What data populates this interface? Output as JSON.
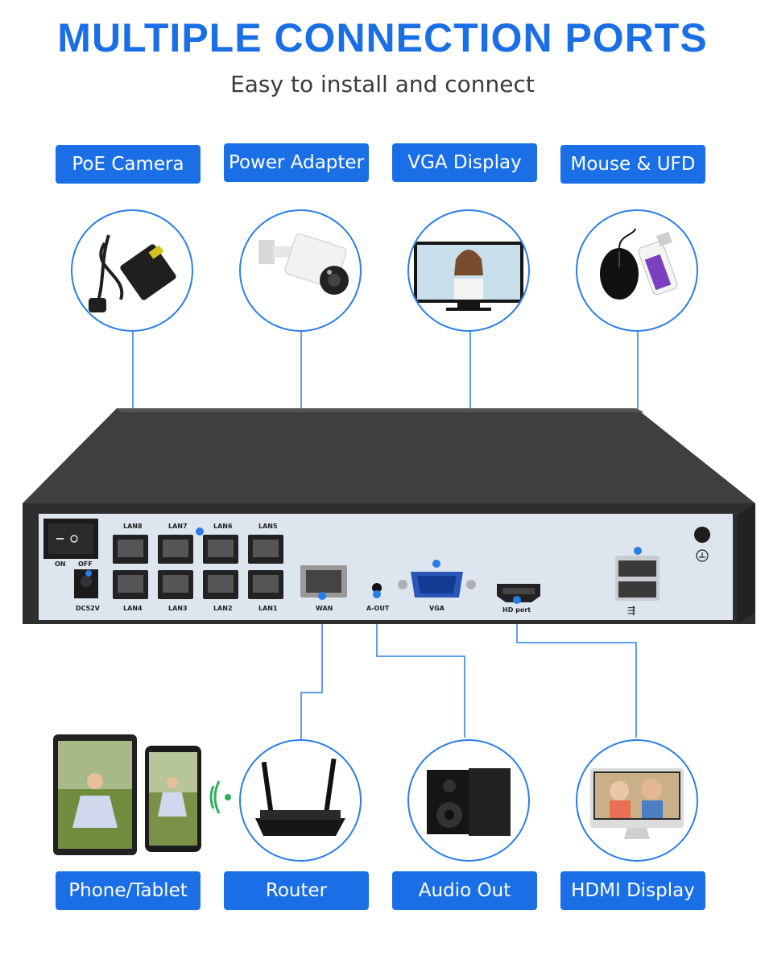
{
  "header": {
    "title": "MULTIPLE CONNECTION PORTS",
    "subtitle": "Easy to install and connect"
  },
  "top_labels": [
    "PoE Camera",
    "Power Adapter",
    "VGA Display",
    "Mouse & UFD"
  ],
  "bottom_labels": [
    "Phone/Tablet",
    "Router",
    "Audio Out",
    "HDMI Display"
  ],
  "ports": {
    "lan_top": [
      "LAN8",
      "LAN7",
      "LAN6",
      "LAN5"
    ],
    "lan_bottom": [
      "LAN4",
      "LAN3",
      "LAN2",
      "LAN1"
    ],
    "wan": "WAN",
    "audio": "A-OUT",
    "vga": "VGA",
    "hdmi": "HD port",
    "power": "DC52V",
    "switch_on": "ON",
    "switch_off": "OFF"
  },
  "colors": {
    "accent": "#1a6fe6",
    "line": "#2a7de8",
    "device": "#3d3d3d",
    "panel": "#d9e2ee"
  }
}
